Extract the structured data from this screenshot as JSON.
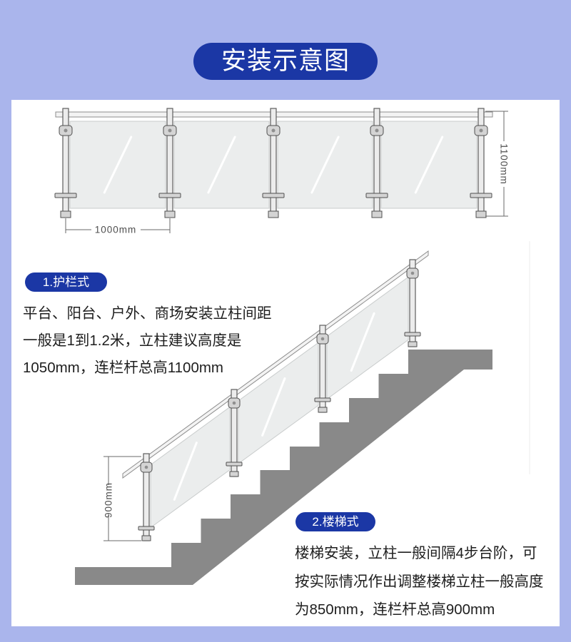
{
  "title": "安装示意图",
  "sections": [
    {
      "label": "1.护栏式",
      "lines": [
        "平台、阳台、户外、商场安装立柱间距",
        "一般是1到1.2米，立柱建议高度是",
        "1050mm，连栏杆总高1100mm"
      ]
    },
    {
      "label": "2.楼梯式",
      "lines": [
        "楼梯安装，立柱一般间隔4步台阶，可",
        "按实际情况作出调整楼梯立柱一般高度",
        "为850mm，连栏杆总高900mm"
      ]
    }
  ],
  "diagrams": {
    "railing": {
      "height_dim": "1100mm",
      "spacing_dim": "1000mm"
    },
    "stair": {
      "height_dim": "900mm"
    }
  },
  "colors": {
    "background": "#aab5ec",
    "accent": "#1b37a5",
    "stair": "#898989",
    "glass": "#ebeded"
  }
}
